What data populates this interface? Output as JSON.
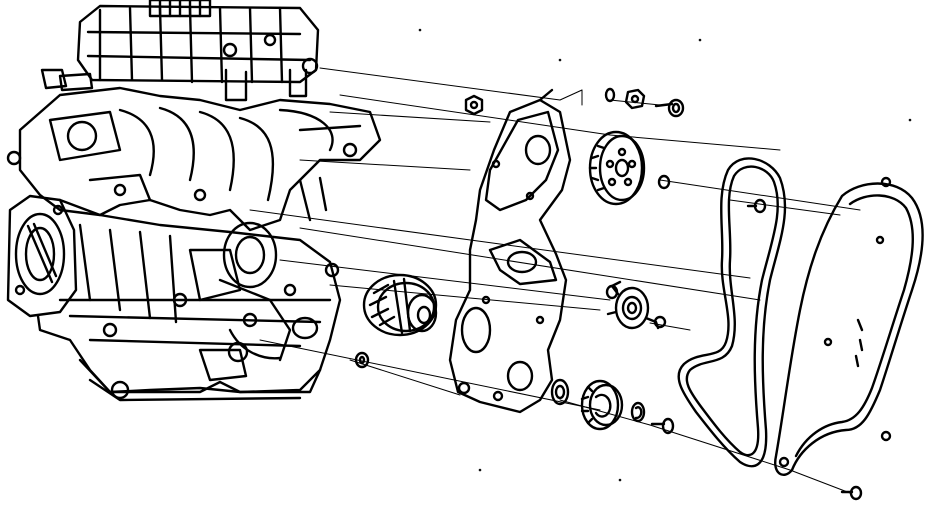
{
  "diagram": {
    "kind": "exploded-view line drawing",
    "line_color": "#000000",
    "background": "#ffffff",
    "parts": [
      {
        "id": "engine-block",
        "icon": "engine-icon"
      },
      {
        "id": "rear-timing-cover",
        "icon": "cover-plate-icon"
      },
      {
        "id": "camshaft-sprocket",
        "icon": "gear-icon"
      },
      {
        "id": "water-pump",
        "icon": "pump-icon"
      },
      {
        "id": "belt-tensioner",
        "icon": "pulley-icon"
      },
      {
        "id": "crankshaft-sprocket",
        "icon": "gear-icon"
      },
      {
        "id": "timing-belt",
        "icon": "belt-icon"
      },
      {
        "id": "front-timing-cover",
        "icon": "cover-plate-icon"
      },
      {
        "id": "fasteners",
        "icon": "bolt-icon"
      }
    ]
  }
}
